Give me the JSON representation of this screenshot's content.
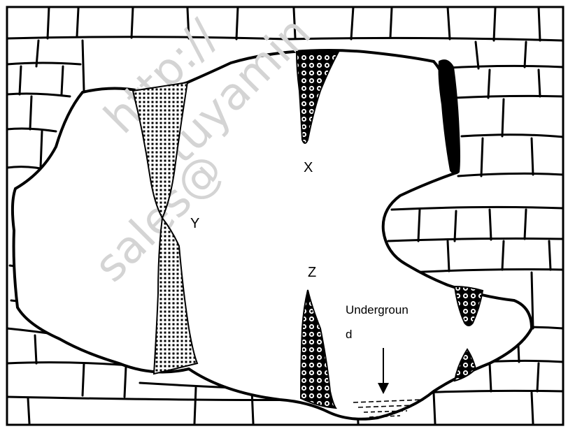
{
  "diagram": {
    "labels": {
      "x": "X",
      "y": "Y",
      "z": "Z",
      "underground_line1": "Undergroun",
      "underground_line2": "d"
    },
    "watermark": "sales@",
    "watermark_url": "http://",
    "watermark_mid": "tuyamin",
    "colors": {
      "ink": "#000000",
      "paper": "#ffffff",
      "watermark": "#d4d4d4"
    }
  }
}
